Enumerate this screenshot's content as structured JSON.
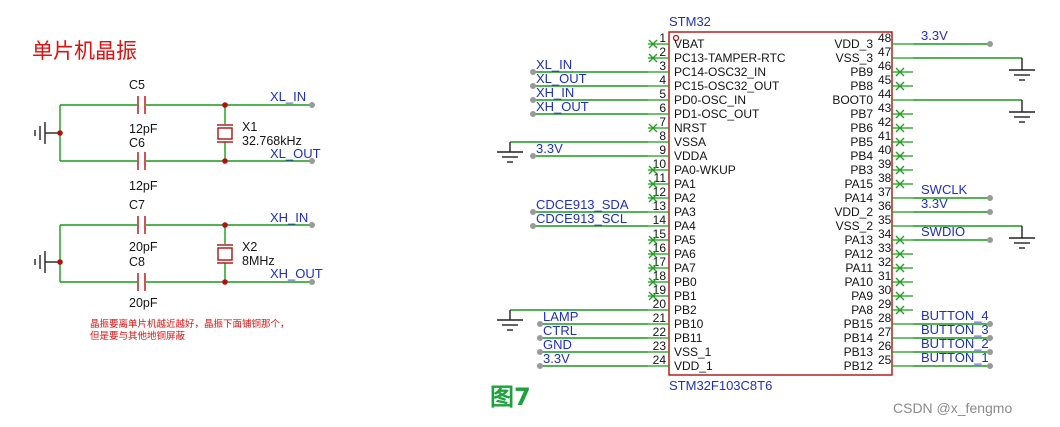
{
  "title": "单片机晶振",
  "note_lines": [
    "晶振要离单片机越近越好，晶振下面铺铜那个，",
    "但是要与其他地铜屏蔽"
  ],
  "figure_label": "图7",
  "watermark": "CSDN @x_fengmo",
  "chip": {
    "ref": "STM32",
    "part": "STM32F103C8T6",
    "left_pins": [
      {
        "num": "1",
        "name": "VBAT"
      },
      {
        "num": "2",
        "name": "PC13-TAMPER-RTC"
      },
      {
        "num": "3",
        "name": "PC14-OSC32_IN"
      },
      {
        "num": "4",
        "name": "PC15-OSC32_OUT"
      },
      {
        "num": "5",
        "name": "PD0-OSC_IN"
      },
      {
        "num": "6",
        "name": "PD1-OSC_OUT"
      },
      {
        "num": "7",
        "name": "NRST"
      },
      {
        "num": "8",
        "name": "VSSA"
      },
      {
        "num": "9",
        "name": "VDDA"
      },
      {
        "num": "10",
        "name": "PA0-WKUP"
      },
      {
        "num": "11",
        "name": "PA1"
      },
      {
        "num": "12",
        "name": "PA2"
      },
      {
        "num": "13",
        "name": "PA3"
      },
      {
        "num": "14",
        "name": "PA4"
      },
      {
        "num": "15",
        "name": "PA5"
      },
      {
        "num": "16",
        "name": "PA6"
      },
      {
        "num": "17",
        "name": "PA7"
      },
      {
        "num": "18",
        "name": "PB0"
      },
      {
        "num": "19",
        "name": "PB1"
      },
      {
        "num": "20",
        "name": "PB2"
      },
      {
        "num": "21",
        "name": "PB10"
      },
      {
        "num": "22",
        "name": "PB11"
      },
      {
        "num": "23",
        "name": "VSS_1"
      },
      {
        "num": "24",
        "name": "VDD_1"
      }
    ],
    "right_pins": [
      {
        "num": "48",
        "name": "VDD_3"
      },
      {
        "num": "47",
        "name": "VSS_3"
      },
      {
        "num": "46",
        "name": "PB9"
      },
      {
        "num": "45",
        "name": "PB8"
      },
      {
        "num": "44",
        "name": "BOOT0"
      },
      {
        "num": "43",
        "name": "PB7"
      },
      {
        "num": "42",
        "name": "PB6"
      },
      {
        "num": "41",
        "name": "PB5"
      },
      {
        "num": "40",
        "name": "PB4"
      },
      {
        "num": "39",
        "name": "PB3"
      },
      {
        "num": "38",
        "name": "PA15"
      },
      {
        "num": "37",
        "name": "PA14"
      },
      {
        "num": "36",
        "name": "VDD_2"
      },
      {
        "num": "35",
        "name": "VSS_2"
      },
      {
        "num": "34",
        "name": "PA13"
      },
      {
        "num": "33",
        "name": "PA12"
      },
      {
        "num": "32",
        "name": "PA11"
      },
      {
        "num": "31",
        "name": "PA10"
      },
      {
        "num": "30",
        "name": "PA9"
      },
      {
        "num": "29",
        "name": "PA8"
      },
      {
        "num": "28",
        "name": "PB15"
      },
      {
        "num": "27",
        "name": "PB14"
      },
      {
        "num": "26",
        "name": "PB13"
      },
      {
        "num": "25",
        "name": "PB12"
      }
    ]
  },
  "left_nets": {
    "xl_in": "XL_IN",
    "xl_out": "XL_OUT",
    "xh_in": "XH_IN",
    "xh_out": "XH_OUT",
    "v33": "3.3V",
    "sda": "CDCE913_SDA",
    "scl": "CDCE913_SCL",
    "lamp": "LAMP",
    "ctrl": "CTRL",
    "gnd": "GND",
    "v33b": "3.3V"
  },
  "right_nets": {
    "v33a": "3.3V",
    "swclk": "SWCLK",
    "v33b": "3.3V",
    "swdio": "SWDIO",
    "b4": "BUTTON_4",
    "b3": "BUTTON_3",
    "b2": "BUTTON_2",
    "b1": "BUTTON_1"
  },
  "osc": {
    "c5": "C5",
    "c5_val": "12pF",
    "c6": "C6",
    "c6_val": "12pF",
    "x1": "X1",
    "x1_val": "32.768kHz",
    "net_xl_in": "XL_IN",
    "net_xl_out": "XL_OUT",
    "c7": "C7",
    "c7_val": "20pF",
    "c8": "C8",
    "c8_val": "20pF",
    "x2": "X2",
    "x2_val": "8MHz",
    "net_xh_in": "XH_IN",
    "net_xh_out": "XH_OUT"
  }
}
